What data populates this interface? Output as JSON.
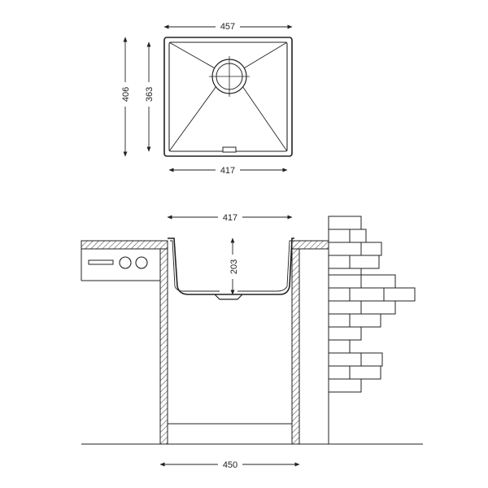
{
  "top_view": {
    "outer_width": "457",
    "outer_height": "406",
    "inner_width": "417",
    "inner_height": "363"
  },
  "section_view": {
    "bowl_width": "417",
    "bowl_depth": "203",
    "cabinet_width": "450"
  },
  "colors": {
    "line": "#222222",
    "hatch": "#555555",
    "brick_fill": "#ffffff"
  },
  "icons": {
    "drain": "drain-icon",
    "appliance_knobs": "knob-icon",
    "brick_wall": "brick-wall"
  }
}
